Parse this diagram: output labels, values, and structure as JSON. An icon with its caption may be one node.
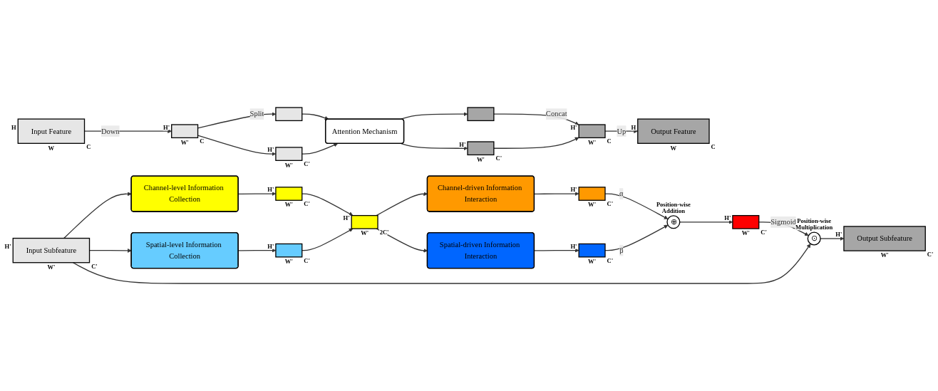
{
  "diagram": {
    "nodes": [
      {
        "text": [
          "Input Subfeature"
        ],
        "beside": [
          "H'",
          "W'",
          "C'"
        ]
      },
      {
        "text": [
          "Channel-level Information Collection"
        ]
      },
      {
        "text": [
          "Spatial-level Information Collection"
        ]
      },
      {
        "text": [],
        "shape": "box",
        "beside": [
          "H'",
          "W'",
          "C'"
        ]
      },
      {
        "text": [],
        "shape": "box",
        "beside": [
          "H'",
          "W'",
          "C'"
        ]
      },
      {
        "text": [],
        "shape": "box",
        "beside": [
          "H'",
          "W'",
          "2C'"
        ]
      },
      {
        "text": [
          "Channel-driven Information Interaction"
        ]
      },
      {
        "text": [
          "Spatial-driven Information Interaction"
        ]
      },
      {
        "text": [],
        "shape": "box",
        "beside": [
          "H'",
          "W'",
          "C'"
        ]
      },
      {
        "text": [],
        "shape": "box",
        "beside": [
          "H'",
          "W'",
          "C'"
        ]
      },
      {
        "text": [
          "⊕"
        ],
        "beside": [
          "Position-wise Addition"
        ]
      },
      {
        "text": [],
        "shape": "box",
        "beside": [
          "H'",
          "W'",
          "C'"
        ]
      },
      {
        "text": [
          "⊙"
        ],
        "beside": [
          "Position-wise Multiplication"
        ]
      },
      {
        "text": [
          "Output Subfeature"
        ],
        "beside": [
          "H'",
          "W'",
          "C'"
        ]
      },
      {
        "text": [
          "Input Feature"
        ],
        "beside": [
          "H",
          "W",
          "C"
        ]
      },
      {
        "text": [],
        "shape": "box",
        "beside": [
          "H'",
          "W'",
          "C"
        ]
      },
      {
        "text": [],
        "shape": "box"
      },
      {
        "text": [],
        "shape": "box",
        "beside": [
          "H'",
          "W'",
          "C'"
        ]
      },
      {
        "text": [
          "Attention Mechanism"
        ]
      },
      {
        "text": [],
        "shape": "box"
      },
      {
        "text": [],
        "shape": "box",
        "beside": [
          "H'",
          "W'",
          "C'"
        ]
      },
      {
        "text": [],
        "shape": "box",
        "beside": [
          "H'",
          "W'",
          "C"
        ]
      },
      {
        "text": [
          "Output Feature"
        ],
        "beside": [
          "H",
          "W",
          "C"
        ]
      }
    ],
    "edges": [
      {
        "from": 0,
        "to": 1,
        "arrow": "to"
      },
      {
        "from": 0,
        "to": 2,
        "arrow": "to"
      },
      {
        "from": 0,
        "to": 12,
        "arrow": "to"
      },
      {
        "from": 1,
        "to": 3,
        "arrow": "to"
      },
      {
        "from": 2,
        "to": 4,
        "arrow": "to"
      },
      {
        "from": 3,
        "to": 5,
        "arrow": "to"
      },
      {
        "from": 4,
        "to": 5,
        "arrow": "to"
      },
      {
        "from": 5,
        "to": 6,
        "arrow": "to"
      },
      {
        "from": 5,
        "to": 7,
        "arrow": "to"
      },
      {
        "from": 6,
        "to": 8,
        "arrow": "to"
      },
      {
        "from": 7,
        "to": 9,
        "arrow": "to"
      },
      {
        "from": 8,
        "to": 10,
        "arrow": "to",
        "label": "α"
      },
      {
        "from": 9,
        "to": 10,
        "arrow": "to",
        "label": "β"
      },
      {
        "from": 10,
        "to": 11,
        "arrow": "to"
      },
      {
        "from": 11,
        "to": 12,
        "arrow": "to",
        "label": "Sigmoid"
      },
      {
        "from": 12,
        "to": 13,
        "arrow": "to"
      },
      {
        "from": 14,
        "to": 15,
        "arrow": "to",
        "label": "Down"
      },
      {
        "from": 15,
        "to": 16,
        "arrow": "to",
        "label": "Split"
      },
      {
        "from": 15,
        "to": 17,
        "arrow": "to"
      },
      {
        "from": 16,
        "to": 18,
        "arrow": "to"
      },
      {
        "from": 17,
        "to": 18,
        "arrow": "to"
      },
      {
        "from": 18,
        "to": 19,
        "arrow": "to"
      },
      {
        "from": 18,
        "to": 20,
        "arrow": "to"
      },
      {
        "from": 19,
        "to": 21,
        "arrow": "to",
        "label": "Concat"
      },
      {
        "from": 20,
        "to": 21,
        "arrow": "to"
      },
      {
        "from": 21,
        "to": 22,
        "arrow": "to",
        "label": "Up"
      }
    ]
  }
}
